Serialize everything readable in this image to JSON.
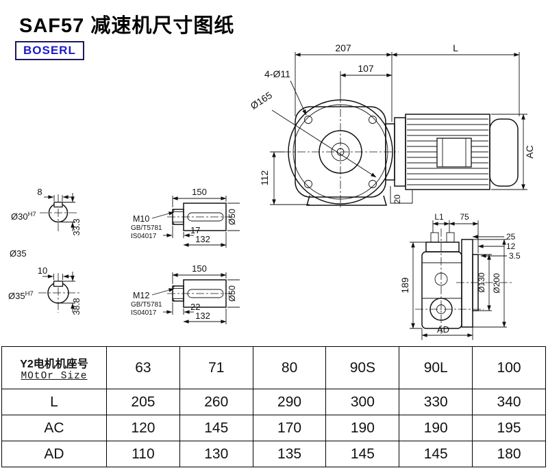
{
  "header": {
    "title": "SAF57 减速机尺寸图纸",
    "brand": "BOSERL"
  },
  "drawing": {
    "front": {
      "dim_207": "207",
      "dim_L": "L",
      "dim_107": "107",
      "dim_4d11": "4-Ø11",
      "dim_d165": "Ø165",
      "dim_112": "112",
      "dim_AC": "AC",
      "dim_20": "20"
    },
    "side": {
      "dim_L1": "L1",
      "dim_75": "75",
      "dim_25": "25",
      "dim_12": "12",
      "dim_3_5": "3.5",
      "dim_189": "189",
      "dim_d130": "Ø130",
      "dim_d200": "Ø200",
      "dim_AD": "AD"
    },
    "shaft_a": {
      "dim_8": "8",
      "bore": "Ø30",
      "bore_tol": "H7",
      "dim_33_3": "33.3",
      "note_d35": "Ø35",
      "dim_150": "150",
      "thread": "M10",
      "std1": "GB/T5781",
      "std2": "IS04017",
      "dim_17": "17",
      "dim_132": "132",
      "dim_d50": "Ø50"
    },
    "shaft_b": {
      "dim_10": "10",
      "bore": "Ø35",
      "bore_tol": "H7",
      "dim_38_8": "38.8",
      "dim_150": "150",
      "thread": "M12",
      "std1": "GB/T5781",
      "std2": "IS04017",
      "dim_22": "22",
      "dim_132": "132",
      "dim_d50": "Ø50"
    }
  },
  "table": {
    "header": {
      "label_cn": "Y2电机机座号",
      "label_en": "MOtOr Size"
    },
    "motor_sizes": [
      "63",
      "71",
      "80",
      "90S",
      "90L",
      "100"
    ],
    "rows": [
      {
        "label": "L",
        "values": [
          "205",
          "260",
          "290",
          "300",
          "330",
          "340"
        ]
      },
      {
        "label": "AC",
        "values": [
          "120",
          "145",
          "170",
          "190",
          "190",
          "195"
        ]
      },
      {
        "label": "AD",
        "values": [
          "110",
          "130",
          "135",
          "145",
          "145",
          "180"
        ]
      }
    ]
  }
}
